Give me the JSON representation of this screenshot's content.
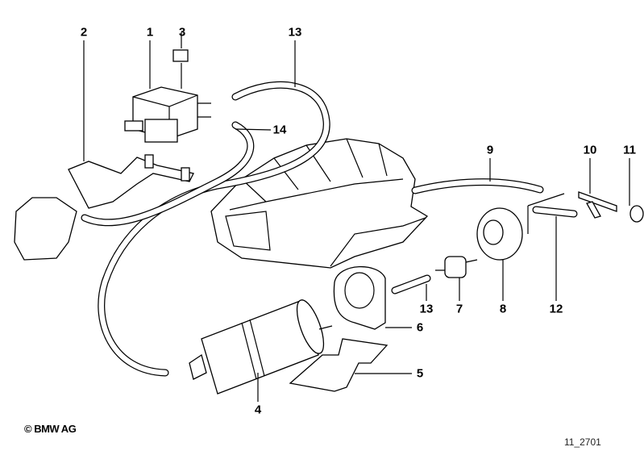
{
  "diagram": {
    "callouts": [
      {
        "id": "2",
        "label": "2"
      },
      {
        "id": "1",
        "label": "1"
      },
      {
        "id": "3",
        "label": "3"
      },
      {
        "id": "13a",
        "label": "13"
      },
      {
        "id": "14",
        "label": "14"
      },
      {
        "id": "9",
        "label": "9"
      },
      {
        "id": "10",
        "label": "10"
      },
      {
        "id": "11",
        "label": "11"
      },
      {
        "id": "13b",
        "label": "13"
      },
      {
        "id": "7",
        "label": "7"
      },
      {
        "id": "8",
        "label": "8"
      },
      {
        "id": "12",
        "label": "12"
      },
      {
        "id": "6",
        "label": "6"
      },
      {
        "id": "5",
        "label": "5"
      },
      {
        "id": "4",
        "label": "4"
      }
    ],
    "copyright": "© BMW AG",
    "drawing_code": "11_2701"
  }
}
